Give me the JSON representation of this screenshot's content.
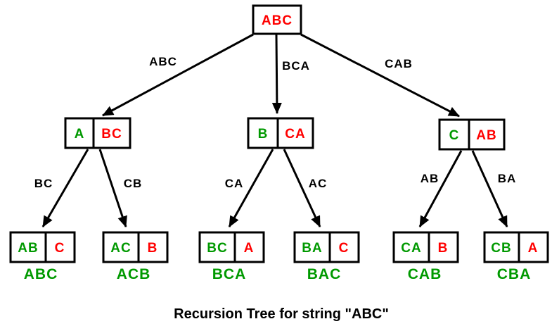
{
  "caption": "Recursion Tree for string \"ABC\"",
  "colors": {
    "fixed_green": "#009900",
    "remaining_red": "#ff0000",
    "result_green": "#009900",
    "line_black": "#000000"
  },
  "tree": {
    "root": {
      "label": "ABC"
    },
    "level1_edges": [
      {
        "label": "ABC"
      },
      {
        "label": "BCA"
      },
      {
        "label": "CAB"
      }
    ],
    "level2_nodes": [
      {
        "fixed": "A",
        "remaining": "BC"
      },
      {
        "fixed": "B",
        "remaining": "CA"
      },
      {
        "fixed": "C",
        "remaining": "AB"
      }
    ],
    "level2_edges": [
      {
        "label": "BC"
      },
      {
        "label": "CB"
      },
      {
        "label": "CA"
      },
      {
        "label": "AC"
      },
      {
        "label": "AB"
      },
      {
        "label": "BA"
      }
    ],
    "leaves": [
      {
        "fixed": "AB",
        "remaining": "C",
        "result": "ABC"
      },
      {
        "fixed": "AC",
        "remaining": "B",
        "result": "ACB"
      },
      {
        "fixed": "BC",
        "remaining": "A",
        "result": "BCA"
      },
      {
        "fixed": "BA",
        "remaining": "C",
        "result": "BAC"
      },
      {
        "fixed": "CA",
        "remaining": "B",
        "result": "CAB"
      },
      {
        "fixed": "CB",
        "remaining": "A",
        "result": "CBA"
      }
    ]
  }
}
